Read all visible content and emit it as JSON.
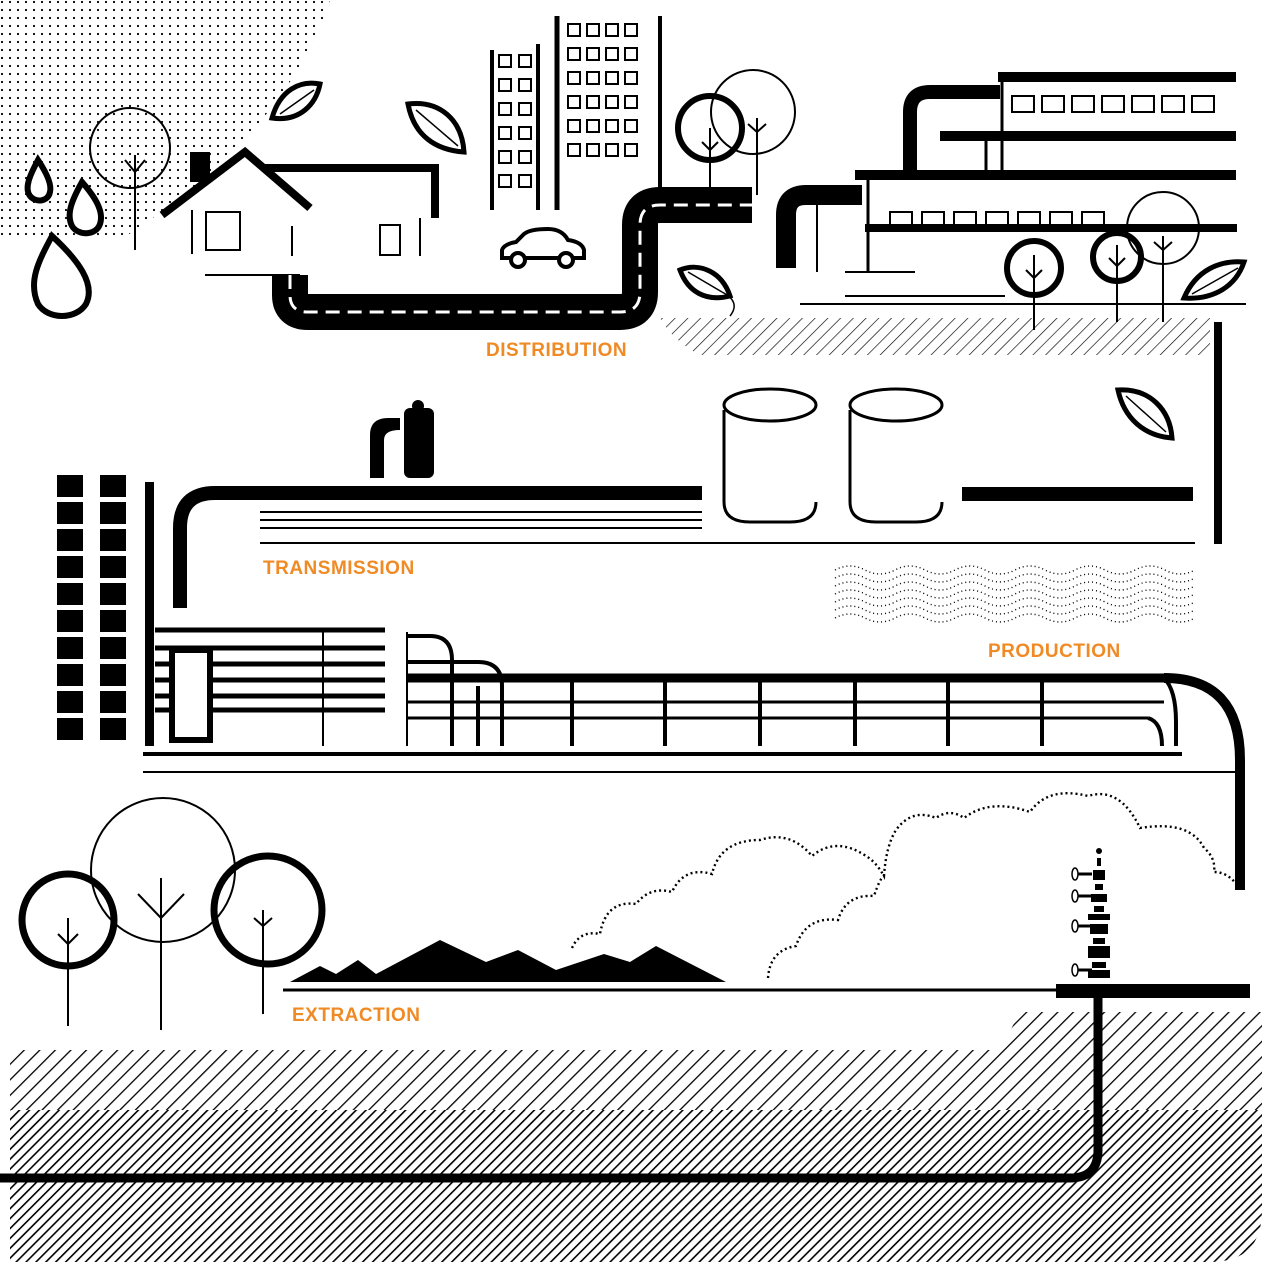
{
  "stages": {
    "distribution": "DISTRIBUTION",
    "transmission": "TRANSMISSION",
    "production": "PRODUCTION",
    "extraction": "EXTRACTION"
  },
  "colors": {
    "label": "#F08A24",
    "ink": "#000000",
    "background": "#ffffff"
  }
}
